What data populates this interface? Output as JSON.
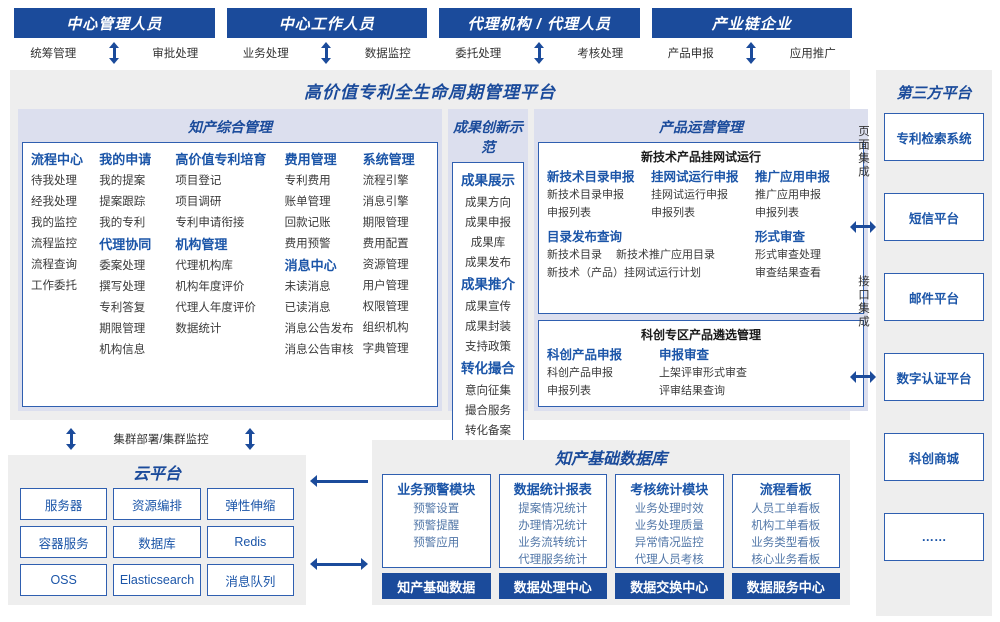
{
  "roles": [
    {
      "title": "中心管理人员",
      "left": "统筹管理",
      "right": "审批处理"
    },
    {
      "title": "中心工作人员",
      "left": "业务处理",
      "right": "数据监控"
    },
    {
      "title": "代理机构 / 代理人员",
      "left": "委托处理",
      "right": "考核处理"
    },
    {
      "title": "产业链企业",
      "left": "产品申报",
      "right": "应用推广"
    }
  ],
  "platform": {
    "title": "高价值专利全生命周期管理平台",
    "zhichan": {
      "title": "知产综合管理",
      "columns": [
        {
          "groups": [
            {
              "head": "流程中心",
              "items": [
                "待我处理",
                "经我处理",
                "我的监控",
                "流程监控",
                "流程查询",
                "工作委托"
              ]
            }
          ]
        },
        {
          "groups": [
            {
              "head": "我的申请",
              "items": [
                "我的提案",
                "提案跟踪",
                "我的专利"
              ]
            },
            {
              "head": "代理协同",
              "items": [
                "委案处理",
                "撰写处理",
                "专利答复",
                "期限管理",
                "机构信息"
              ]
            }
          ]
        },
        {
          "groups": [
            {
              "head": "高价值专利培育",
              "items": [
                "项目登记",
                "项目调研",
                "专利申请衔接"
              ]
            },
            {
              "head": "机构管理",
              "items": [
                "代理机构库",
                "机构年度评价",
                "代理人年度评价",
                "数据统计"
              ]
            }
          ]
        },
        {
          "groups": [
            {
              "head": "费用管理",
              "items": [
                "专利费用",
                "账单管理",
                "回款记账",
                "费用预警"
              ]
            },
            {
              "head": "消息中心",
              "items": [
                "未读消息",
                "已读消息",
                "消息公告发布",
                "消息公告审核"
              ]
            }
          ]
        },
        {
          "groups": [
            {
              "head": "系统管理",
              "items": [
                "流程引擎",
                "消息引擎",
                "期限管理",
                "费用配置",
                "资源管理",
                "用户管理",
                "权限管理",
                "组织机构",
                "字典管理"
              ]
            }
          ]
        }
      ]
    },
    "chengguo": {
      "title": "成果创新示范",
      "groups": [
        {
          "head": "成果展示",
          "items": [
            "成果方向",
            "成果申报",
            "成果库",
            "成果发布"
          ]
        },
        {
          "head": "成果推介",
          "items": [
            "成果宣传",
            "成果封装",
            "支持政策"
          ]
        },
        {
          "head": "转化撮合",
          "items": [
            "意向征集",
            "撮合服务",
            "转化备案"
          ]
        }
      ]
    },
    "chanpin": {
      "title": "产品运营管理",
      "sub1": {
        "title": "新技术产品挂网试运行",
        "row1": [
          {
            "head": "新技术目录申报",
            "items": [
              "新技术目录申报",
              "申报列表"
            ]
          },
          {
            "head": "挂网试运行申报",
            "items": [
              "挂网试运行申报",
              "申报列表"
            ]
          },
          {
            "head": "推广应用申报",
            "items": [
              "推广应用申报",
              "申报列表"
            ]
          }
        ],
        "row2_left": {
          "head": "目录发布查询",
          "inline": [
            "新技术目录",
            "新技术推广应用目录"
          ],
          "items": [
            "新技术（产品）挂网试运行计划"
          ]
        },
        "row2_right": {
          "head": "形式审查",
          "items": [
            "形式审查处理",
            "审查结果查看"
          ]
        }
      },
      "sub2": {
        "title": "科创专区产品遴选管理",
        "cols": [
          {
            "head": "科创产品申报",
            "items": [
              "科创产品申报",
              "申报列表"
            ]
          },
          {
            "head": "申报审查",
            "items": [
              "上架评审形式审查",
              "评审结果查询"
            ]
          }
        ]
      }
    }
  },
  "integration": {
    "page": "页面集成",
    "api": "接口集成"
  },
  "third_party": {
    "title": "第三方平台",
    "items": [
      "专利检索系统",
      "短信平台",
      "邮件平台",
      "数字认证平台",
      "科创商城",
      "……"
    ]
  },
  "cluster": {
    "label": "集群部署/集群监控"
  },
  "cloud": {
    "title": "云平台",
    "cells": [
      "服务器",
      "资源编排",
      "弹性伸缩",
      "容器服务",
      "数据库",
      "Redis",
      "OSS",
      "Elasticsearch",
      "消息队列"
    ]
  },
  "database": {
    "title": "知产基础数据库",
    "columns": [
      {
        "title": "业务预警模块",
        "items": [
          "预警设置",
          "预警提醒",
          "预警应用"
        ],
        "bar": "知产基础数据"
      },
      {
        "title": "数据统计报表",
        "items": [
          "提案情况统计",
          "办理情况统计",
          "业务流转统计",
          "代理服务统计"
        ],
        "bar": "数据处理中心"
      },
      {
        "title": "考核统计模块",
        "items": [
          "业务处理时效",
          "业务处理质量",
          "异常情况监控",
          "代理人员考核"
        ],
        "bar": "数据交换中心"
      },
      {
        "title": "流程看板",
        "items": [
          "人员工单看板",
          "机构工单看板",
          "业务类型看板",
          "核心业务看板"
        ],
        "bar": "数据服务中心"
      }
    ]
  },
  "colors": {
    "brand": "#1b4b9b",
    "link": "#1b55a8",
    "panel": "#eeeeee",
    "group": "#dcdfee"
  }
}
